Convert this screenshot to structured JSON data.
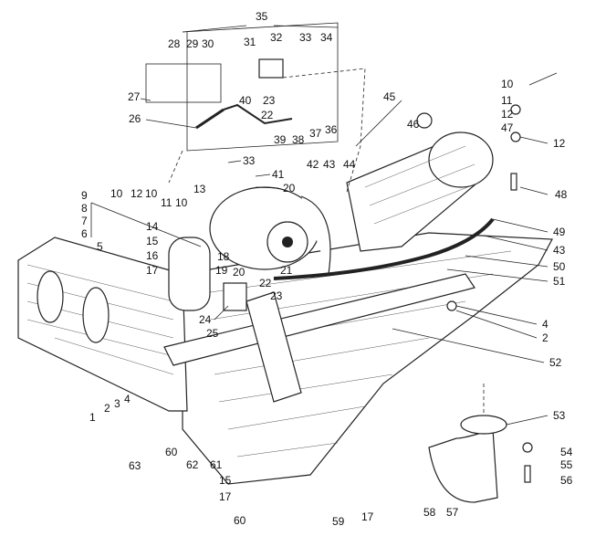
{
  "diagram": {
    "type": "exploded-view assembly drawing",
    "labels": {
      "l35": "35",
      "l28": "28",
      "l29": "29",
      "l30": "30",
      "l31": "31",
      "l32": "32",
      "l33a": "33",
      "l34": "34",
      "l27": "27",
      "l26": "26",
      "l40": "40",
      "l23a": "23",
      "l22a": "22",
      "l36": "36",
      "l37": "37",
      "l38": "38",
      "l39": "39",
      "l33b": "33",
      "l41": "41",
      "l20a": "20",
      "l10a": "10",
      "l12a": "12",
      "l10b": "10",
      "l11a": "11",
      "l10c": "10",
      "l13": "13",
      "l9": "9",
      "l8": "8",
      "l7": "7",
      "l6": "6",
      "l42": "42",
      "l43a": "43",
      "l44": "44",
      "l45": "45",
      "l46": "46",
      "l10d": "10",
      "l11b": "11",
      "l12b": "12",
      "l47": "47",
      "l12c": "12",
      "l48": "48",
      "l49": "49",
      "l43b": "43",
      "l50": "50",
      "l51": "51",
      "l4a": "4",
      "l2a": "2",
      "l52": "52",
      "l53": "53",
      "l54": "54",
      "l55": "55",
      "l56": "56",
      "l57": "57",
      "l58": "58",
      "l59": "59",
      "l17a": "17",
      "l60a": "60",
      "l17b": "17",
      "l15a": "15",
      "l61": "61",
      "l62": "62",
      "l60b": "60",
      "l63": "63",
      "l1": "1",
      "l2b": "2",
      "l3": "3",
      "l4b": "4",
      "l5": "5",
      "l14": "14",
      "l15b": "15",
      "l16": "16",
      "l17c": "17",
      "l18": "18",
      "l19": "19",
      "l20b": "20",
      "l21": "21",
      "l22b": "22",
      "l23b": "23",
      "l24": "24",
      "l25": "25"
    }
  }
}
